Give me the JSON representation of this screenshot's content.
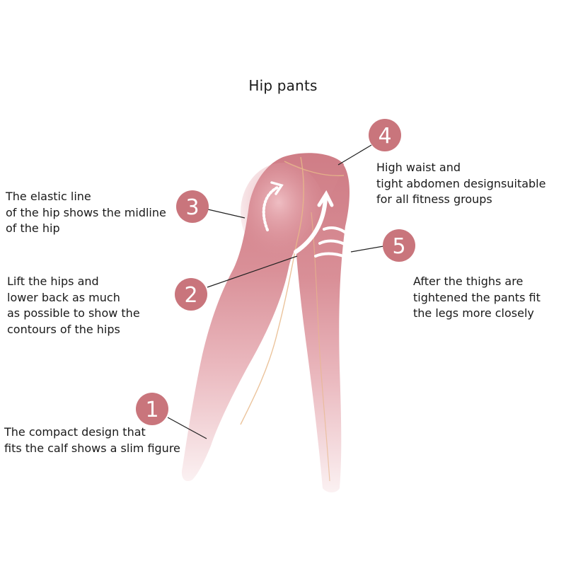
{
  "title": "Hip pants",
  "colors": {
    "badge": "#c9757c",
    "leggings": "#d68a92",
    "leggings_light": "#f7e4e7",
    "arrow": "#ffffff",
    "seam": "#e8b88a",
    "leader": "#222222"
  },
  "callouts": [
    {
      "number": "1",
      "lines": [
        "The compact design that",
        "fits the calf shows a slim figure"
      ]
    },
    {
      "number": "2",
      "lines": [
        "Lift the hips and",
        "lower back as much",
        "as possible to show the",
        "contours of the hips"
      ]
    },
    {
      "number": "3",
      "lines": [
        "The elastic line",
        "of the hip shows the midline",
        "of the hip"
      ]
    },
    {
      "number": "4",
      "lines": [
        "High waist and",
        "tight abdomen designsuitable",
        "for all fitness groups"
      ]
    },
    {
      "number": "5",
      "lines": [
        "After the thighs are",
        "tightened the pants fit",
        "the legs more closely"
      ]
    }
  ]
}
